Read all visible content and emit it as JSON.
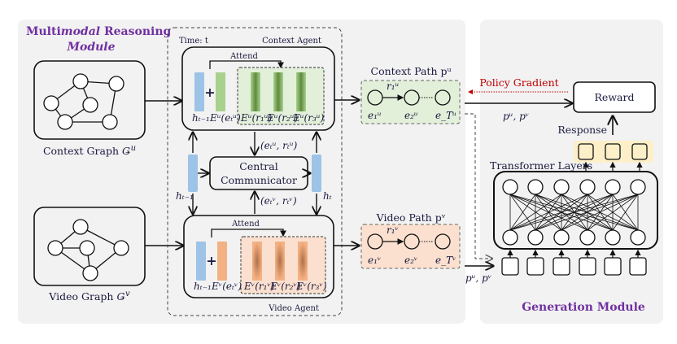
{
  "reasoning_module": {
    "title_part1": "Multi",
    "title_part2": "modal",
    "title_part3": " Reasoning",
    "title_line2": "Module"
  },
  "context_graph": {
    "label": "Context Graph ",
    "symbol": "Ǥ",
    "sup": "u"
  },
  "video_graph": {
    "label": "Video Graph ",
    "symbol": "Ǥ",
    "sup": "v"
  },
  "agents": {
    "time_label": "Time: t",
    "context_agent": "Context Agent",
    "video_agent": "Video Agent",
    "attend": "Attend",
    "central_line1": "Central",
    "central_line2": "Communicator",
    "context_msg": "(eₜᵘ, rₜᵘ)",
    "video_msg": "(eₜᵛ, rₜᵛ)",
    "h_prev": "hₜ₋₁",
    "h_t": "hₜ",
    "context_embeds": [
      "Eᵘ(eₜᵘ)",
      "Eᵘ(r₁ᵘ)",
      "Eᵘ(r₂ᵘ)",
      "Eᵘ(r₃ᵘ)"
    ],
    "video_embeds": [
      "Eᵛ(eₜᵛ)",
      "Eᵛ(r₁ᵛ)",
      "Eᵛ(r₂ᵛ)",
      "Eᵛ(r₃ᵛ)"
    ]
  },
  "context_path": {
    "title": "Context Path pᵘ",
    "edge": "r₁ᵘ",
    "nodes": [
      "e₁ᵘ",
      "e₂ᵘ",
      "e_Tᵘ"
    ]
  },
  "video_path": {
    "title": "Video Path pᵛ",
    "edge": "r₁ᵛ",
    "nodes": [
      "e₁ᵛ",
      "e₂ᵛ",
      "e_Tᵛ"
    ]
  },
  "generation": {
    "policy_gradient": "Policy Gradient",
    "reward": "Reward",
    "paths_label": "pᵘ, pᵛ",
    "response": "Response",
    "transformer": "Transformer Layers",
    "title": "Generation Module"
  },
  "colors": {
    "panel": "#f2f2f2",
    "purple": "#7030a0",
    "red": "#c00000",
    "context_green": "#e2efd9",
    "video_orange": "#fbe0cf",
    "hidden_blue": "#9dc3e6",
    "output_yellow": "#fdefc8"
  }
}
